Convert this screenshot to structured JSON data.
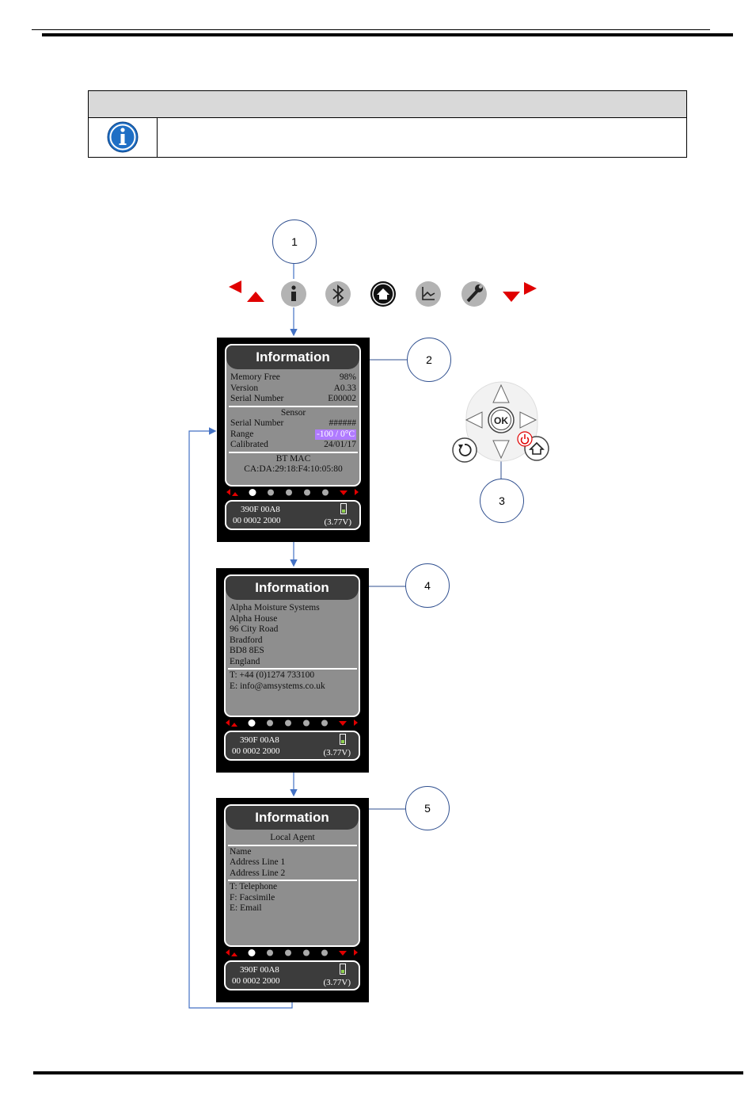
{
  "note_icon": "info-icon",
  "nav_bar": {
    "icons": [
      "scroll-up-arrow-icon",
      "info-icon",
      "bluetooth-icon",
      "home-icon",
      "graph-icon",
      "wrench-icon",
      "scroll-down-arrow-icon"
    ],
    "accent": "#e00000"
  },
  "callouts": [
    "1",
    "2",
    "3",
    "4",
    "5"
  ],
  "keypad": {
    "ok_label": "OK"
  },
  "screens": [
    {
      "title": "Information",
      "rows": [
        {
          "label": "Memory Free",
          "value": "98%"
        },
        {
          "label": "Version",
          "value": "A0.33"
        },
        {
          "label": "Serial Number",
          "value": "E00002"
        }
      ],
      "sensor_heading": "Sensor",
      "sensor_rows": [
        {
          "label": "Serial Number",
          "value": "######"
        },
        {
          "label": "Range",
          "value": "-100 / 0°C"
        },
        {
          "label": "Calibrated",
          "value": "24/01/17"
        }
      ],
      "bt_heading": "BT MAC",
      "bt_value": "CA:DA:29:18:F4:10:05:80"
    },
    {
      "title": "Information",
      "address": [
        "Alpha Moisture Systems",
        "Alpha House",
        "96 City Road",
        "Bradford",
        "BD8 8ES",
        "England"
      ],
      "contact": [
        "T: +44 (0)1274 733100",
        "E: info@amsystems.co.uk"
      ]
    },
    {
      "title": "Information",
      "heading": "Local Agent",
      "address": [
        "Name",
        "Address Line 1",
        "Address Line 2"
      ],
      "contact": [
        "T: Telephone",
        "F: Facsimile",
        "E: Email"
      ]
    }
  ],
  "status": {
    "line1": "390F 00A8",
    "line2": "00 0002 2000",
    "voltage": "(3.77V)"
  }
}
